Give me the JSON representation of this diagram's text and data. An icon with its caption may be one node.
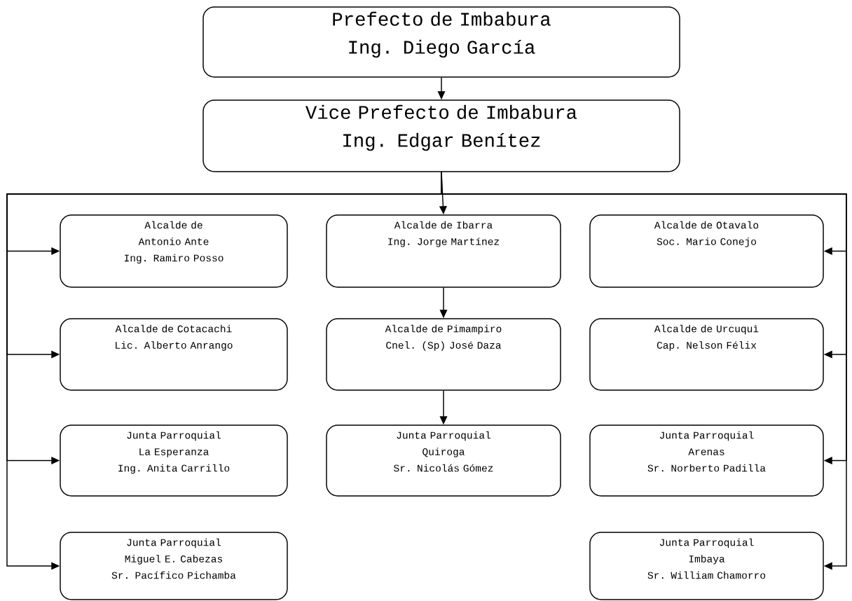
{
  "diagram": {
    "nodes": [
      {
        "text": [
          "Prefecto de Imbabura",
          "Ing. Diego García"
        ]
      },
      {
        "text": [
          "Vice Prefecto de Imbabura",
          "Ing. Edgar Benítez"
        ]
      },
      {
        "text": [
          "Alcalde de Antonio Ante",
          "Ing. Ramiro Posso"
        ]
      },
      {
        "text": [
          "Alcalde de Ibarra",
          "Ing. Jorge Martínez"
        ]
      },
      {
        "text": [
          "Alcalde de Otavalo",
          "Soc. Mario Conejo"
        ]
      },
      {
        "text": [
          "Alcalde de Cotacachi",
          "Lic. Alberto Anrango"
        ]
      },
      {
        "text": [
          "Alcalde de Pimampiro",
          "Cnel. (Sp) José Daza"
        ]
      },
      {
        "text": [
          "Alcalde de Urcuquì",
          "Cap. Nelson Félix"
        ]
      },
      {
        "text": [
          "Junta Parroquial La Esperanza",
          "Ing. Anita Carrillo"
        ]
      },
      {
        "text": [
          "Junta Parroquial Quiroga",
          "Sr. Nicolás Gómez"
        ]
      },
      {
        "text": [
          "Junta Parroquial Arenas",
          "Sr. Norberto Padilla"
        ]
      },
      {
        "text": [
          "Junta Parroquial Miguel E. Cabezas",
          "Sr. Pacífico Pichamba"
        ]
      },
      {
        "text": [
          "Junta Parroquial Imbaya",
          "Sr. William Chamorro"
        ]
      }
    ],
    "edges": [
      {
        "from": 0,
        "to": 1,
        "arrow": "to"
      },
      {
        "from": 1,
        "to": 3,
        "arrow": "to"
      },
      {
        "from": 3,
        "to": 6,
        "arrow": "to"
      },
      {
        "from": 6,
        "to": 9,
        "arrow": "to"
      },
      {
        "from": 1,
        "to": 2,
        "arrow": "to"
      },
      {
        "from": 1,
        "to": 5,
        "arrow": "to"
      },
      {
        "from": 1,
        "to": 8,
        "arrow": "to"
      },
      {
        "from": 1,
        "to": 11,
        "arrow": "to"
      },
      {
        "from": 1,
        "to": 4,
        "arrow": "to"
      },
      {
        "from": 1,
        "to": 7,
        "arrow": "to"
      },
      {
        "from": 1,
        "to": 10,
        "arrow": "to"
      },
      {
        "from": 1,
        "to": 12,
        "arrow": "to"
      }
    ]
  }
}
